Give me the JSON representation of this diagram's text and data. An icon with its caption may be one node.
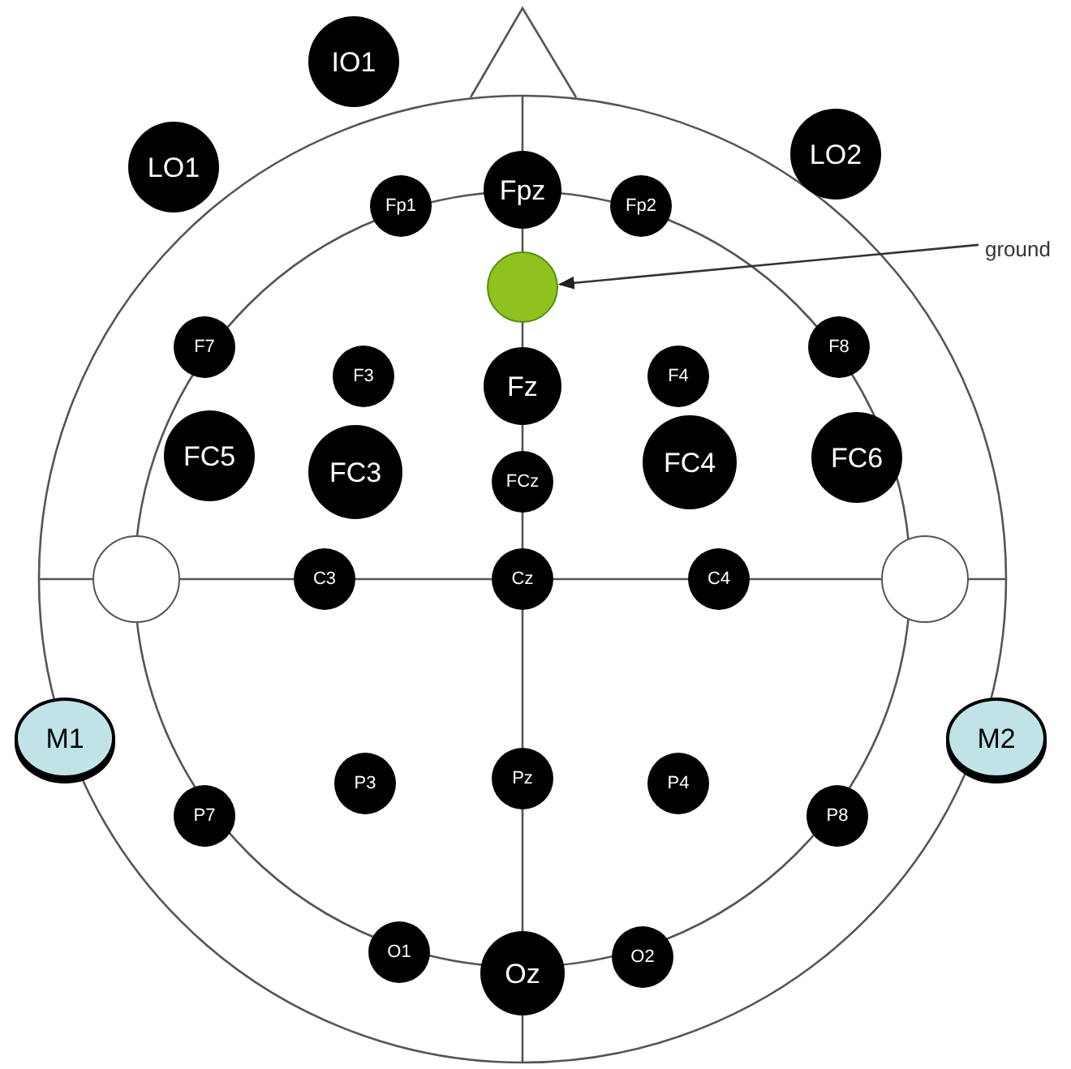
{
  "diagram": {
    "nodes": [
      {
        "text": [
          "IO1"
        ]
      },
      {
        "text": [
          "LO1"
        ]
      },
      {
        "text": [
          "LO2"
        ]
      },
      {
        "text": [
          "Fp1"
        ]
      },
      {
        "text": [
          "Fpz"
        ]
      },
      {
        "text": [
          "Fp2"
        ]
      },
      {
        "text": [
          "ground"
        ]
      },
      {
        "text": [],
        "shape": "circle"
      },
      {
        "text": [
          "F7"
        ]
      },
      {
        "text": [
          "F3"
        ]
      },
      {
        "text": [
          "Fz"
        ]
      },
      {
        "text": [
          "F4"
        ]
      },
      {
        "text": [
          "F8"
        ]
      },
      {
        "text": [
          "FC5"
        ]
      },
      {
        "text": [
          "FC3"
        ]
      },
      {
        "text": [
          "FCz"
        ]
      },
      {
        "text": [
          "FC4"
        ]
      },
      {
        "text": [
          "FC6"
        ]
      },
      {
        "text": [],
        "shape": "circle"
      },
      {
        "text": [
          "C3"
        ]
      },
      {
        "text": [
          "Cz"
        ]
      },
      {
        "text": [
          "C4"
        ]
      },
      {
        "text": [],
        "shape": "circle"
      },
      {
        "text": [
          "M1"
        ]
      },
      {
        "text": [
          "M2"
        ]
      },
      {
        "text": [
          "P7"
        ]
      },
      {
        "text": [
          "P3"
        ]
      },
      {
        "text": [
          "Pz"
        ]
      },
      {
        "text": [
          "P4"
        ]
      },
      {
        "text": [
          "P8"
        ]
      },
      {
        "text": [
          "O1"
        ]
      },
      {
        "text": [
          "Oz"
        ]
      },
      {
        "text": [
          "O2"
        ]
      }
    ],
    "edges": [
      {
        "from": 6,
        "to": 7,
        "arrow": "to"
      }
    ]
  }
}
